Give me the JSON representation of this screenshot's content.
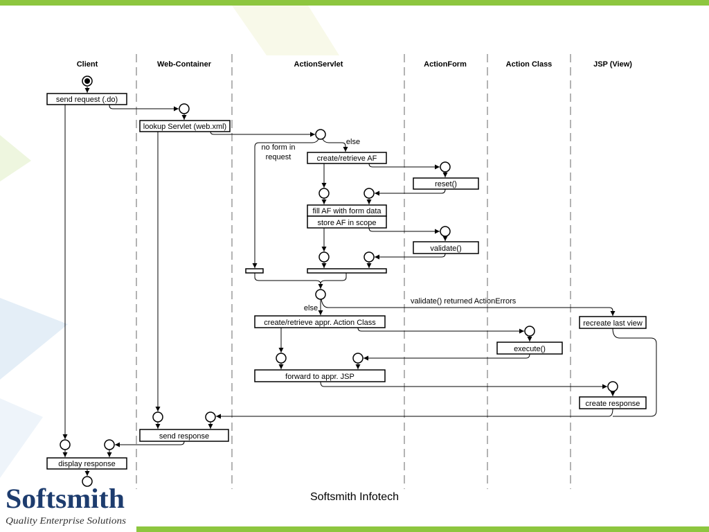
{
  "lanes": [
    "Client",
    "Web-Container",
    "ActionServlet",
    "ActionForm",
    "Action Class",
    "JSP (View)"
  ],
  "nodes": {
    "send_request": "send request (.do)",
    "lookup_servlet": "lookup Servlet (web.xml)",
    "create_retrieve_af": "create/retrieve AF",
    "reset": "reset()",
    "fill_af": "fill AF with form data",
    "store_af": "store AF in scope",
    "validate": "validate()",
    "create_retrieve_action": "create/retrieve appr. Action Class",
    "execute": "execute()",
    "forward_jsp": "forward to appr. JSP",
    "recreate_last_view": "recreate last view",
    "create_response": "create response",
    "send_response": "send response",
    "display_response": "display response"
  },
  "guards": {
    "no_form": [
      "no form in",
      "request"
    ],
    "else_form": "else",
    "else_valid": "else",
    "validation_failed": "validate() returned ActionErrors"
  },
  "footer": {
    "company": "Softsmith Infotech"
  },
  "logo": {
    "name": "Softsmith",
    "tagline": "Quality Enterprise Solutions"
  },
  "colors": {
    "accent_green": "#8dc63f",
    "logo_blue": "#1d3c6e"
  }
}
